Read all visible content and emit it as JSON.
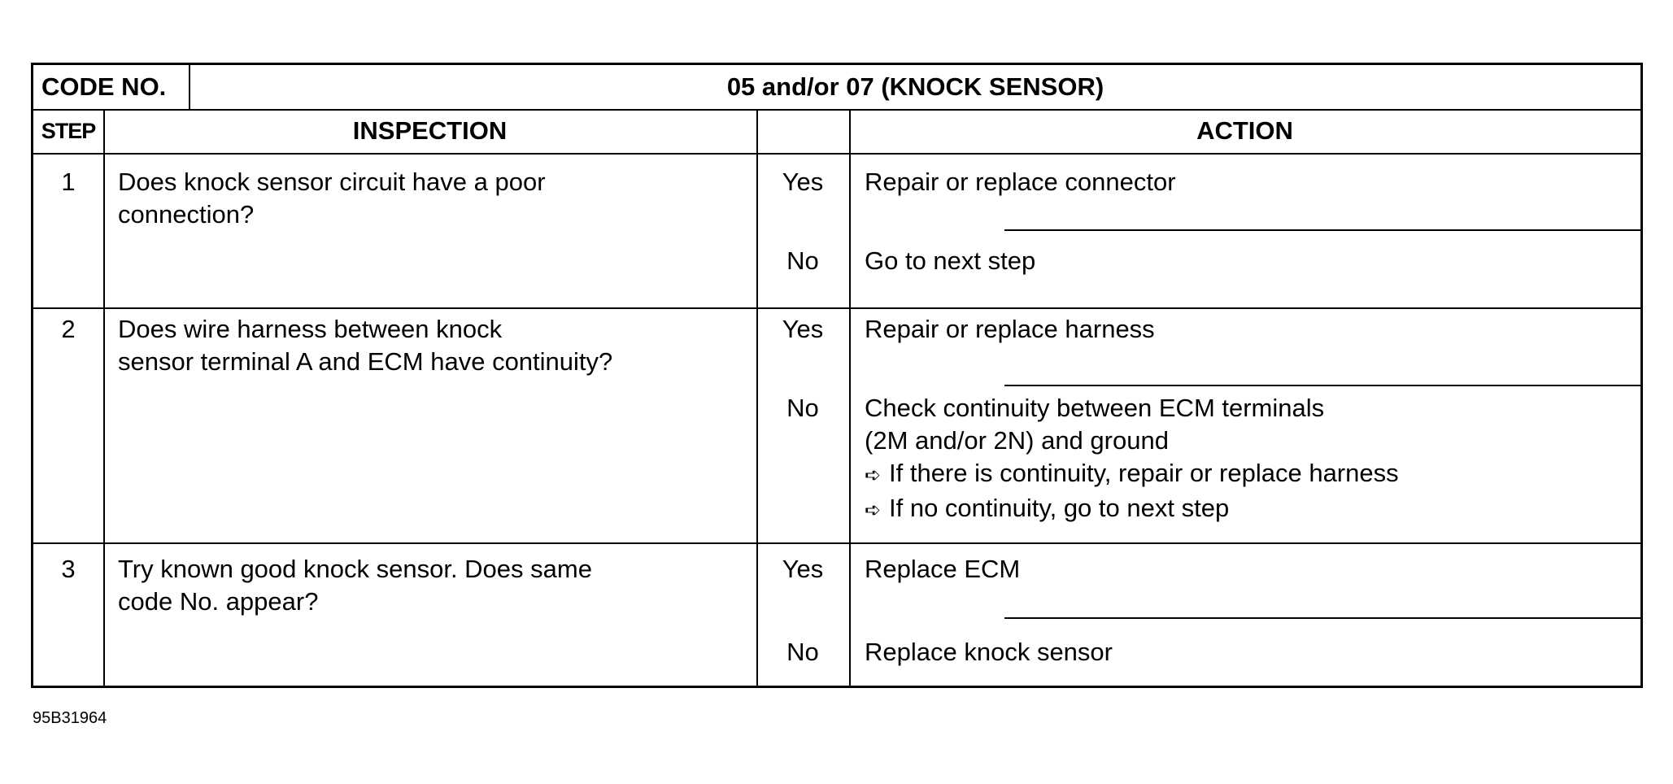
{
  "header": {
    "code_label": "CODE NO.",
    "code_title": "05 and/or 07 (KNOCK SENSOR)"
  },
  "columns": {
    "step": "STEP",
    "inspection": "INSPECTION",
    "result": "",
    "action": "ACTION"
  },
  "steps": [
    {
      "step": "1",
      "inspection": [
        "Does knock sensor circuit have a poor",
        "connection?"
      ],
      "yes_label": "Yes",
      "yes_action": "Repair or replace connector",
      "no_label": "No",
      "no_action": "Go to next step"
    },
    {
      "step": "2",
      "inspection": [
        "Does wire harness between knock",
        "sensor terminal A and ECM have continuity?"
      ],
      "yes_label": "Yes",
      "yes_action": "Repair or replace harness",
      "no_label": "No",
      "no_action_lines": [
        "Check continuity between ECM terminals",
        "(2M and/or 2N) and ground"
      ],
      "no_action_bullets": [
        "If there is continuity, repair or replace harness",
        "If no continuity, go to next step"
      ]
    },
    {
      "step": "3",
      "inspection": [
        "Try known good knock sensor. Does same",
        "code No. appear?"
      ],
      "yes_label": "Yes",
      "yes_action": "Replace ECM",
      "no_label": "No",
      "no_action": "Replace knock sensor"
    }
  ],
  "figure_id": "95B31964",
  "icons": {
    "bullet": "arrow-right-icon"
  }
}
